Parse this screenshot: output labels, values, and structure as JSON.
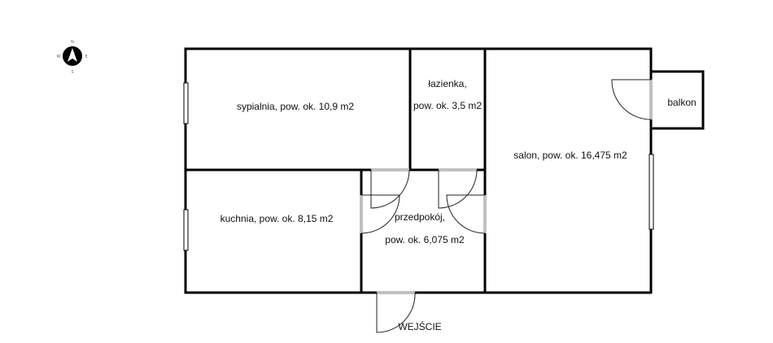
{
  "compass": {
    "n": "N",
    "s": "S",
    "e": "E",
    "w": "W"
  },
  "rooms": {
    "sypialnia": "sypialnia, pow. ok. 10,9 m2",
    "lazienka_1": "łazienka,",
    "lazienka_2": "pow. ok. 3,5 m2",
    "salon": "salon, pow. ok. 16,475 m2",
    "balkon": "balkon",
    "kuchnia": "kuchnia, pow. ok. 8,15 m2",
    "przedpokoj_1": "przedpokój,",
    "przedpokoj_2": "pow. ok. 6,075 m2"
  },
  "entrance": "WEJŚCIE",
  "colors": {
    "wall": "#000000",
    "opening": "#c0c0c0",
    "door_swing": "#222222"
  }
}
